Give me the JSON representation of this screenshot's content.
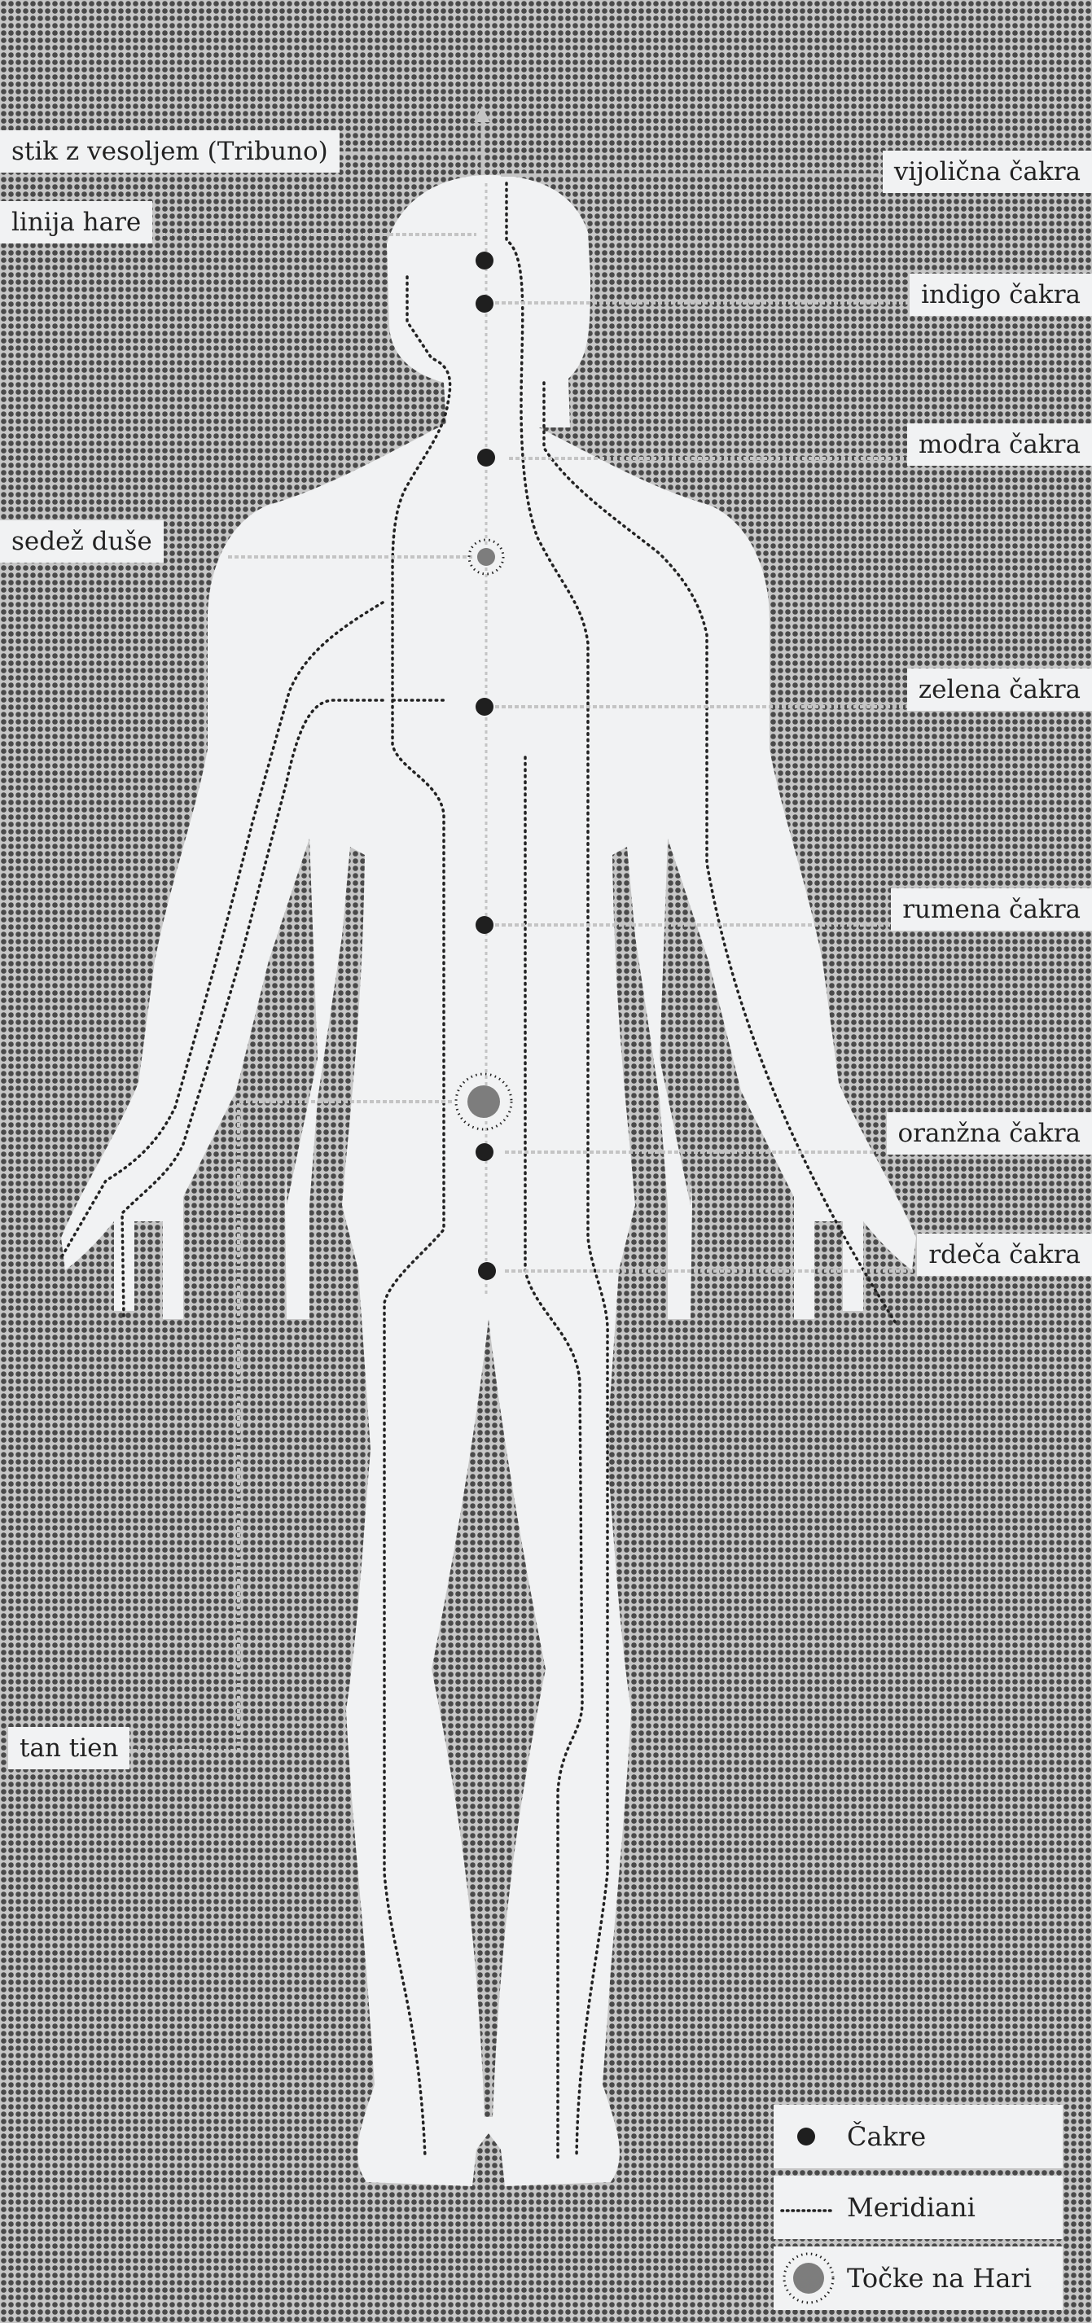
{
  "colors": {
    "background_dots": "#4a4a4a",
    "background_base": "#c6c6c6",
    "body_fill": "#f1f2f3",
    "chakra": "#1f1f1f",
    "hara_point": "#7d7d7d",
    "connector": "#c4c4c4",
    "meridian": "#222222"
  },
  "labels": {
    "tribuno": "stik z vesoljem (Tribuno)",
    "hara_line": "linija hare",
    "soul_seat": "sedež duše",
    "tan_tien": "tan tien",
    "violet": "vijolična čakra",
    "indigo": "indigo čakra",
    "blue": "modra čakra",
    "green": "zelena čakra",
    "yellow": "rumena čakra",
    "orange": "oranžna čakra",
    "red": "rdeča čakra"
  },
  "legend": {
    "chakras": "Čakre",
    "meridians": "Meridiani",
    "hara_points": "Točke na Hari"
  }
}
